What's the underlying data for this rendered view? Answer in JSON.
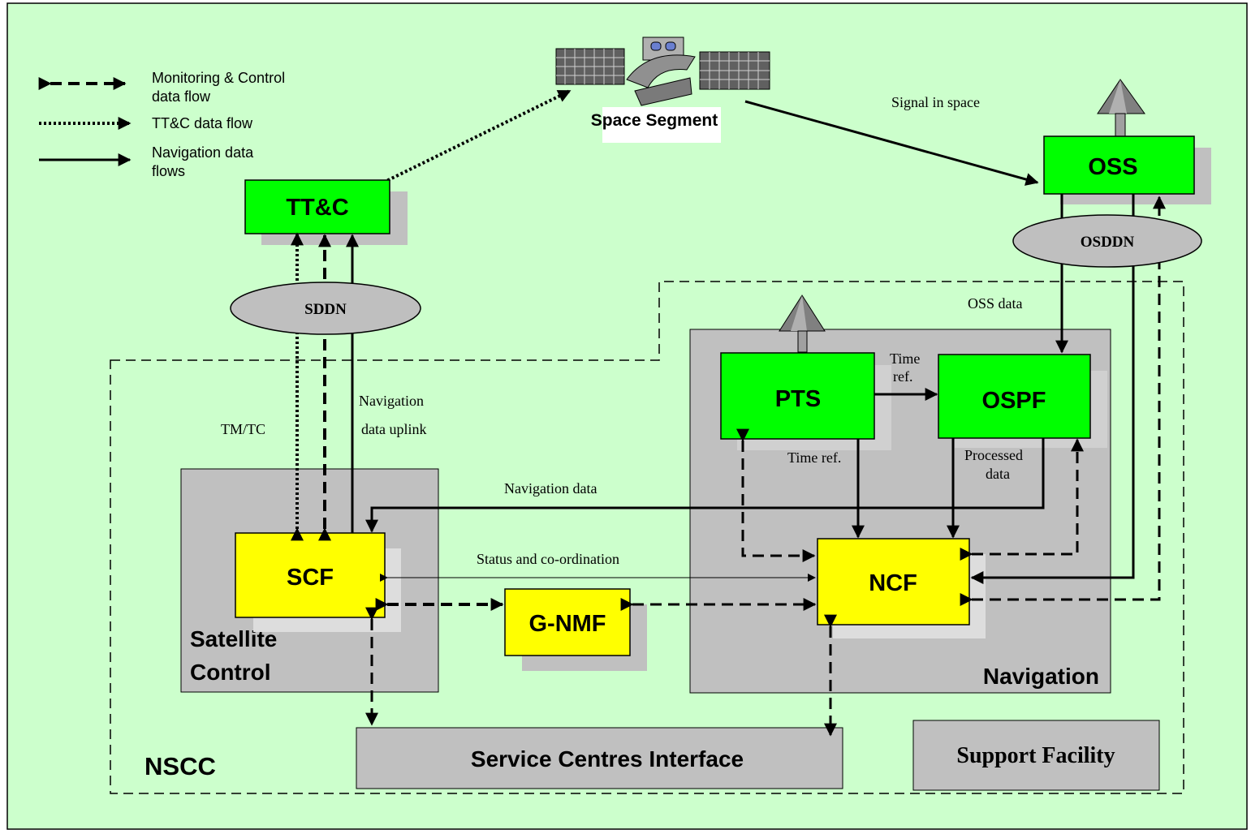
{
  "colors": {
    "background": "#ccffcc",
    "green_box": "#00ff00",
    "yellow_box": "#ffff00",
    "gray_box": "#c0c0c0",
    "ellipse": "#bfbfbf"
  },
  "legend": {
    "monitoring_line1": "Monitoring & Control",
    "monitoring_line2": "data flow",
    "ttc_flow": "TT&C data flow",
    "nav_line1": "Navigation data",
    "nav_line2": "flows"
  },
  "space_segment": {
    "label": "Space Segment",
    "icon": "satellite-icon"
  },
  "antenna_icon": "ground-antenna-icon",
  "nodes": {
    "ttc": "TT&C",
    "oss": "OSS",
    "sddn": "SDDN",
    "osddn": "OSDDN",
    "pts": "PTS",
    "ospf": "OSPF",
    "scf": "SCF",
    "ncf": "NCF",
    "gnmf": "G-NMF"
  },
  "areas": {
    "satellite_control_line1": "Satellite",
    "satellite_control_line2": "Control",
    "navigation": "Navigation",
    "nscc": "NSCC",
    "service_centres_interface": "Service Centres Interface",
    "support_facility": "Support Facility"
  },
  "flow_labels": {
    "signal_in_space": "Signal in space",
    "oss_data": "OSS   data",
    "tmtc": "TM/TC",
    "nav_uplink_line1": "Navigation",
    "nav_uplink_line2": "data uplink",
    "time_ref_top_line1": "Time",
    "time_ref_top_line2": "ref.",
    "time_ref": "Time ref.",
    "processed_line1": "Processed",
    "processed_line2": "data",
    "navigation_data": "Navigation data",
    "status_coordination": "Status and co-ordination"
  }
}
